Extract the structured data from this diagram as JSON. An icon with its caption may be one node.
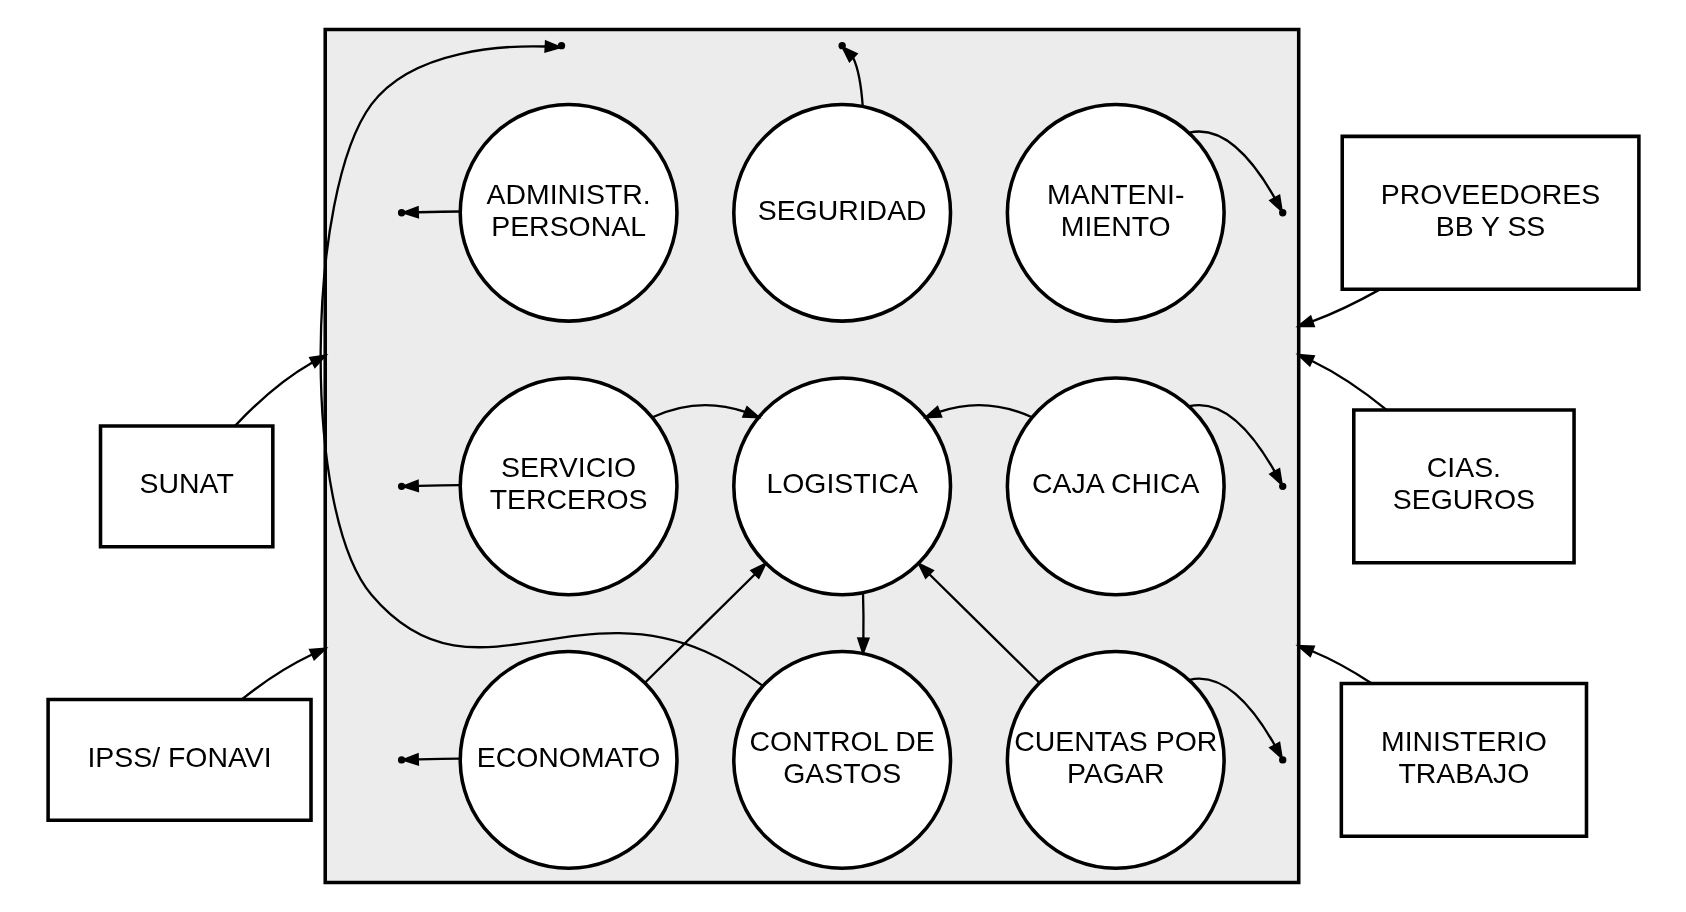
{
  "diagram": {
    "nodes": [
      {
        "text": [],
        "shape": "box"
      },
      {
        "text": [
          "ADMINISTR. PERSONAL"
        ],
        "in": 0
      },
      {
        "text": [
          "SEGURIDAD"
        ],
        "in": 0
      },
      {
        "text": [
          "MANTENI- MIENTO"
        ],
        "in": 0
      },
      {
        "text": [
          "SUNAT"
        ]
      },
      {
        "text": [
          "PROVEEDORES BB Y SS"
        ]
      },
      {
        "text": [
          "SERVICIO TERCEROS"
        ],
        "in": 0
      },
      {
        "text": [
          "LOGISTICA"
        ],
        "in": 0
      },
      {
        "text": [
          "CAJA CHICA"
        ],
        "in": 0
      },
      {
        "text": [
          "CIAS. SEGUROS"
        ]
      },
      {
        "text": [
          "IPSS/ FONAVI"
        ]
      },
      {
        "text": [
          "ECONOMATO"
        ],
        "in": 0
      },
      {
        "text": [
          "CONTROL DE GASTOS"
        ],
        "in": 0
      },
      {
        "text": [
          "CUENTAS POR PAGAR"
        ],
        "in": 0
      },
      {
        "text": [
          "MINISTERIO TRABAJO"
        ]
      }
    ],
    "edges": [
      {
        "from": 1,
        "to": null,
        "arrow": "to"
      },
      {
        "from": 2,
        "to": null,
        "arrow": "to"
      },
      {
        "from": 3,
        "to": null,
        "arrow": "to"
      },
      {
        "from": 4,
        "to": 0,
        "arrow": "to"
      },
      {
        "from": 5,
        "to": 0,
        "arrow": "to"
      },
      {
        "from": 6,
        "to": null,
        "arrow": "to"
      },
      {
        "from": 6,
        "to": 7,
        "arrow": "to"
      },
      {
        "from": 8,
        "to": 7,
        "arrow": "to"
      },
      {
        "from": 8,
        "to": null,
        "arrow": "to"
      },
      {
        "from": 9,
        "to": 0,
        "arrow": "to"
      },
      {
        "from": 10,
        "to": 0,
        "arrow": "to"
      },
      {
        "from": 11,
        "to": null,
        "arrow": "to"
      },
      {
        "from": 11,
        "to": 7,
        "arrow": "to"
      },
      {
        "from": 7,
        "to": 12,
        "arrow": "to"
      },
      {
        "from": 12,
        "to": null,
        "arrow": "to"
      },
      {
        "from": 13,
        "to": 7,
        "arrow": "to"
      },
      {
        "from": 13,
        "to": null,
        "arrow": "to"
      },
      {
        "from": 14,
        "to": 0,
        "arrow": "to"
      }
    ]
  }
}
